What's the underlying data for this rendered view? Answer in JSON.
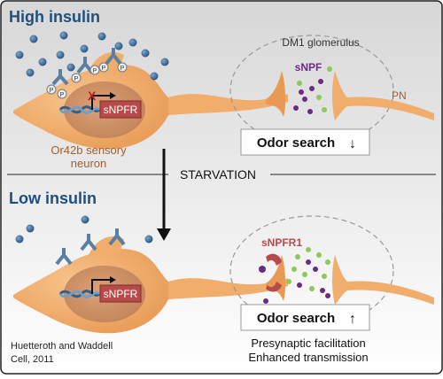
{
  "top_panel": {
    "title": "High insulin",
    "glomerulus_label": "DM1 glomerulus",
    "neuropeptide_label": "sNPF",
    "pn_label": "PN",
    "receptor_gene_label": "sNPFR",
    "neuron_label_line1": "Or42b sensory",
    "neuron_label_line2": "neuron",
    "phospho_label": "P",
    "block_mark": "X",
    "odor_search_label": "Odor search",
    "odor_search_arrow": "↓"
  },
  "transition": {
    "label": "STARVATION"
  },
  "bottom_panel": {
    "title": "Low insulin",
    "receptor_gene_label": "sNPFR",
    "receptor_label": "sNPFR1",
    "odor_search_label": "Odor search",
    "odor_search_arrow": "↑",
    "effect_line1": "Presynaptic facilitation",
    "effect_line2": "Enhanced transmission"
  },
  "citation": {
    "line1": "Huetteroth and Waddell",
    "line2": "Cell, 2011"
  },
  "colors": {
    "frame_top": "#d9d9d9",
    "frame_bottom": "#ffffff",
    "neuron": "#f0ad6b",
    "nucleus": "#cf8e62",
    "insulin": "#2e5f8d",
    "receptor": "#5a7fa1",
    "receptor_bar": "#b84a4a",
    "snpf_purple": "#6a2b86",
    "snpf_green": "#8dc85a",
    "title_blue": "#1f4f7c",
    "label_brown": "#a06030"
  }
}
